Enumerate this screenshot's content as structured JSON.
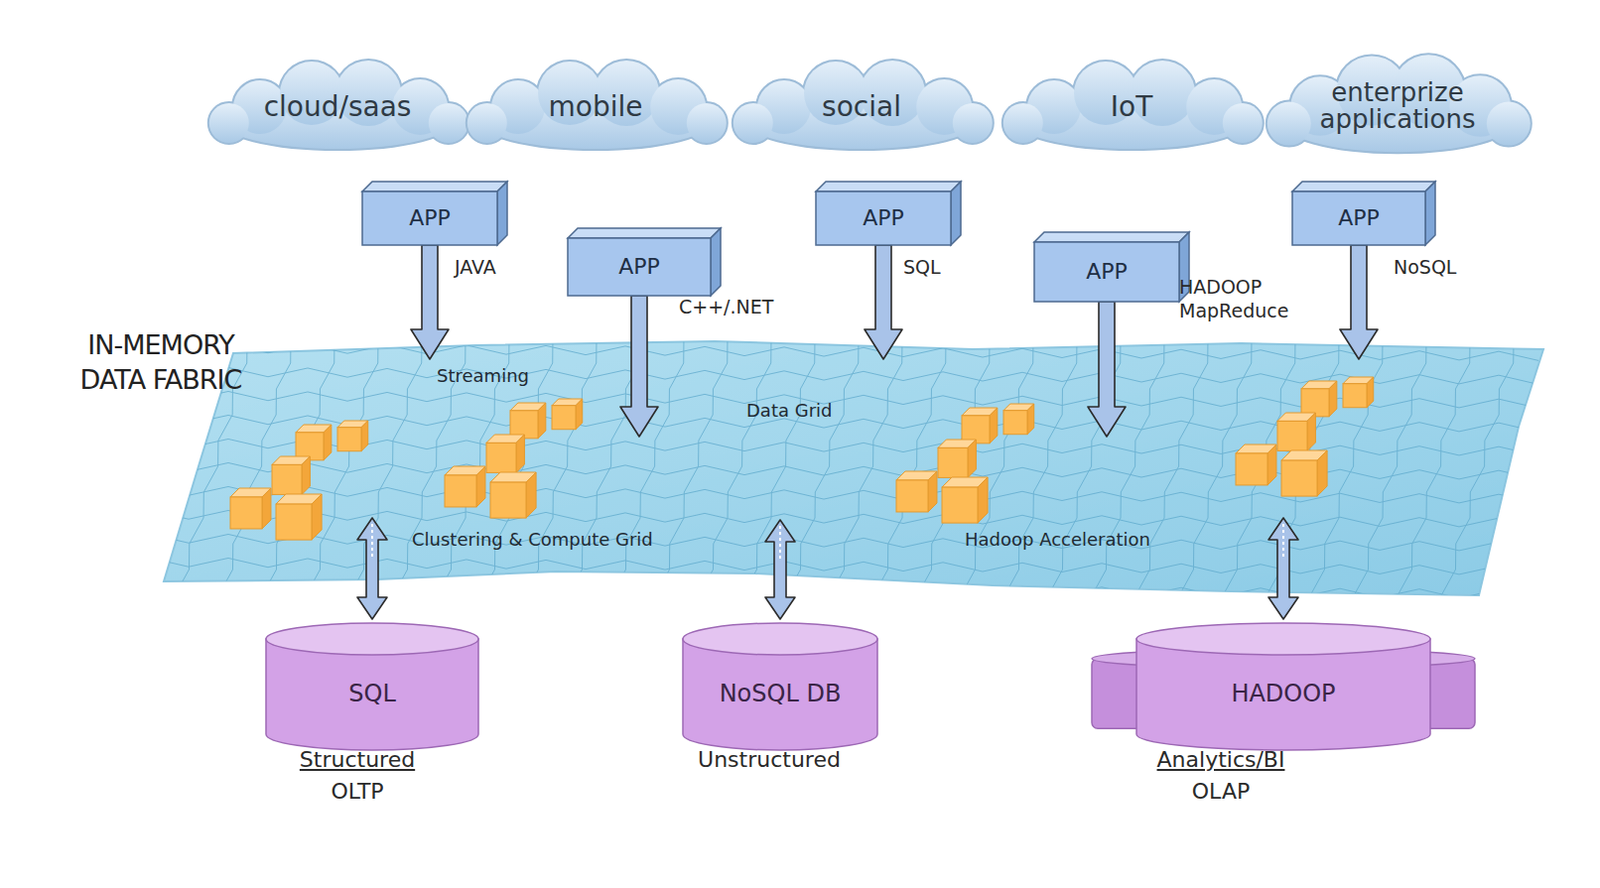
{
  "diagram": {
    "nodes": [
      {
        "text": [
          "cloud/saas"
        ]
      },
      {
        "text": [
          "mobile"
        ]
      },
      {
        "text": [
          "social"
        ]
      },
      {
        "text": [
          "IoT"
        ]
      },
      {
        "text": [
          "enterprize applications"
        ]
      },
      {
        "text": [
          "APP"
        ]
      },
      {
        "text": [
          "APP"
        ]
      },
      {
        "text": [
          "APP"
        ]
      },
      {
        "text": [
          "APP"
        ]
      },
      {
        "text": [
          "APP"
        ]
      },
      {
        "text": [
          "Streaming",
          "Data Grid",
          "Clustering & Compute Grid",
          "Hadoop Acceleration"
        ]
      },
      {
        "text": [
          "SQL"
        ]
      },
      {
        "text": [
          "NoSQL DB"
        ]
      },
      {
        "text": [
          "HADOOP"
        ]
      }
    ],
    "edges": [
      {
        "from": 5,
        "to": 10,
        "arrow": "to",
        "label": "JAVA"
      },
      {
        "from": 6,
        "to": 10,
        "arrow": "to",
        "label": "C++/.NET"
      },
      {
        "from": 7,
        "to": 10,
        "arrow": "to",
        "label": "SQL"
      },
      {
        "from": 8,
        "to": 10,
        "arrow": "to",
        "label": "HADOOP MapReduce"
      },
      {
        "from": 9,
        "to": 10,
        "arrow": "to",
        "label": "NoSQL"
      },
      {
        "from": 10,
        "to": 11,
        "arrow": "both"
      },
      {
        "from": 10,
        "to": 12,
        "arrow": "both"
      },
      {
        "from": 10,
        "to": 13,
        "arrow": "both"
      }
    ],
    "labels": [
      "IN-MEMORY DATA FABRIC",
      "Structured",
      "OLTP",
      "Unstructured",
      "Analytics/BI",
      "OLAP"
    ]
  }
}
